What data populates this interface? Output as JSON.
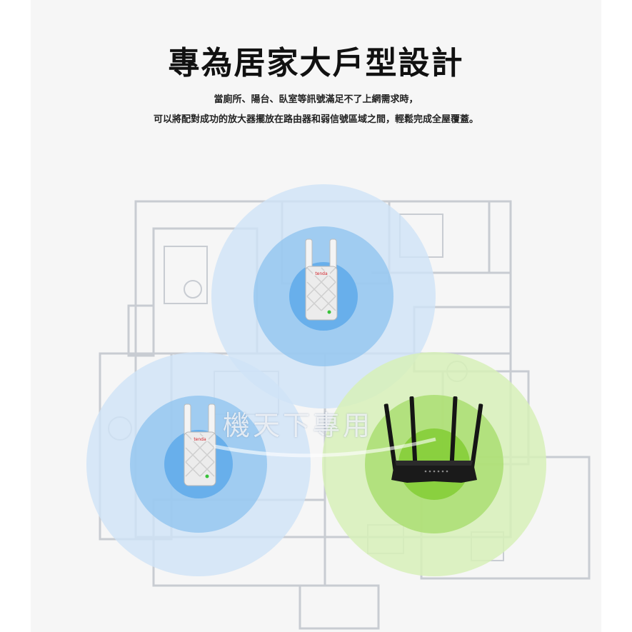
{
  "header": {
    "title": "專為居家大戶型設計",
    "line1": "當廁所、陽台、臥室等訊號滿足不了上網需求時，",
    "line2": "可以將配對成功的放大器擺放在路由器和弱信號區域之間，輕鬆完成全屋覆蓋。"
  },
  "devices": {
    "extender_brand": "tenda"
  },
  "watermark": "機天下專用",
  "colors": {
    "blue_outer": "#cfe3f7",
    "blue_mid": "#8ec3ef",
    "blue_inner": "#5aa8ea",
    "green_outer": "#d7f0b8",
    "green_mid": "#a6dc6a",
    "green_inner": "#7fcc2f"
  }
}
